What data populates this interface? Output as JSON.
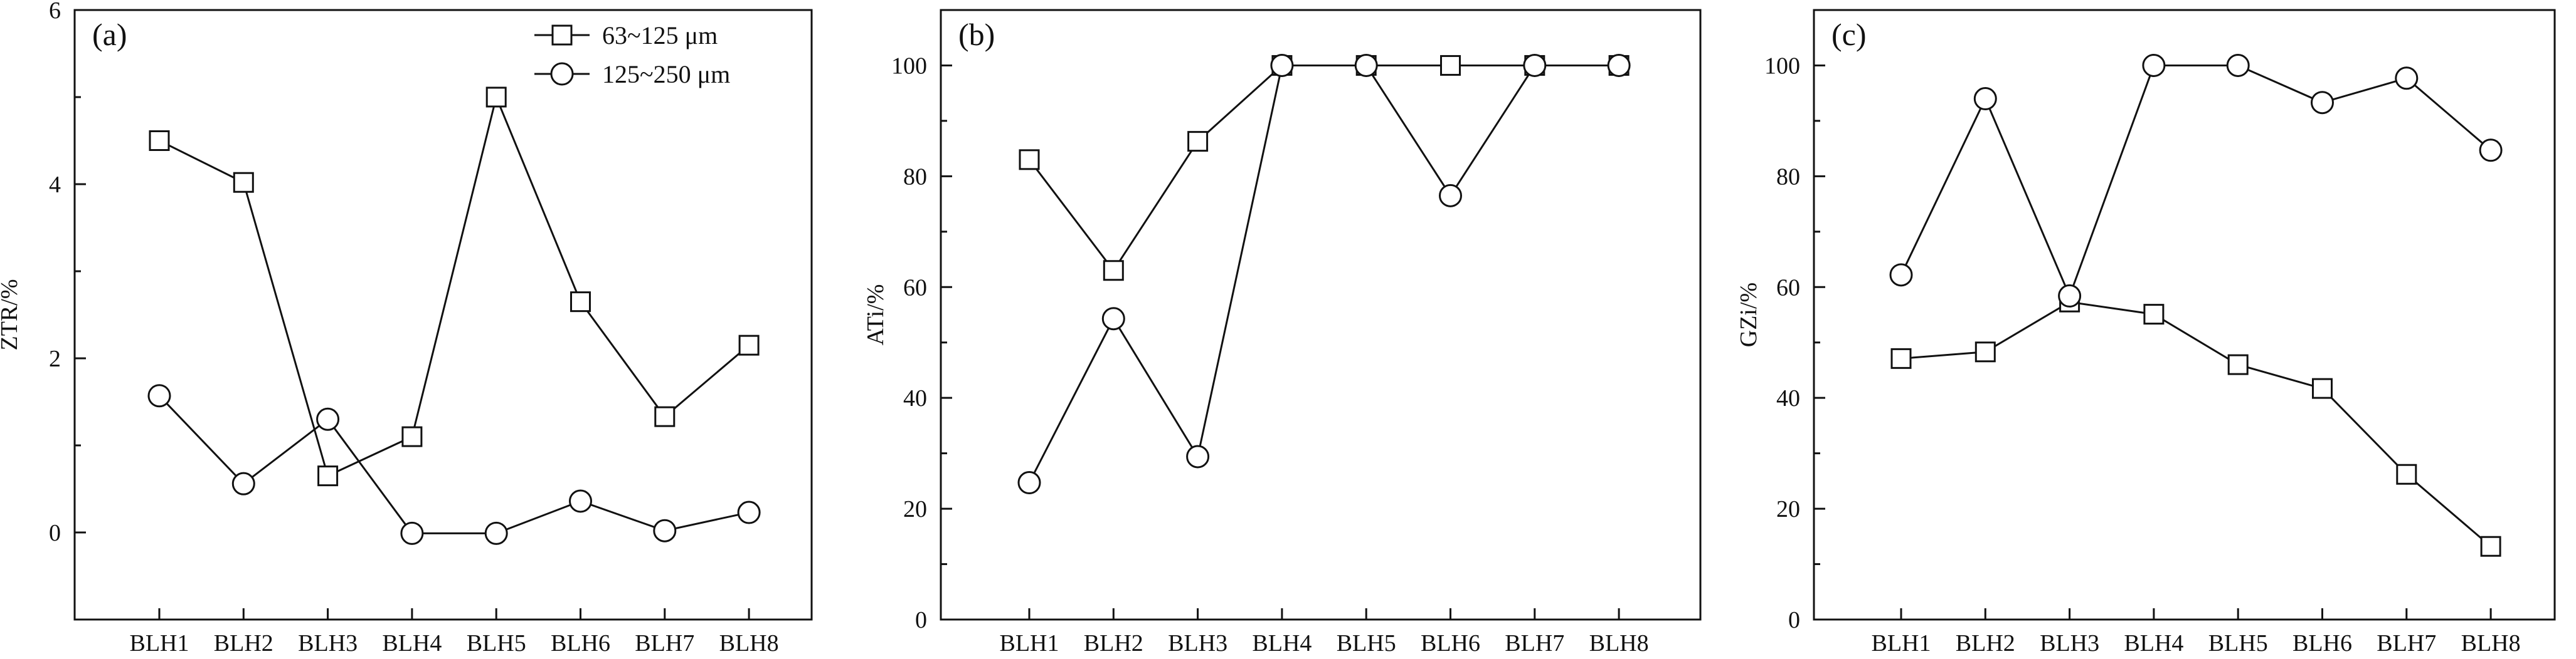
{
  "chart_data": [
    {
      "type": "line",
      "panel_label": "(a)",
      "ylabel": "ZTR/%",
      "categories": [
        "BLH1",
        "BLH2",
        "BLH3",
        "BLH4",
        "BLH5",
        "BLH6",
        "BLH7",
        "BLH8"
      ],
      "ylim": [
        -1,
        6
      ],
      "yticks": [
        0,
        2,
        4,
        6
      ],
      "series": [
        {
          "name": "63~125 μm",
          "marker": "square",
          "values": [
            4.5,
            4.02,
            0.65,
            1.1,
            5.0,
            2.65,
            1.33,
            2.15
          ]
        },
        {
          "name": "125~250 μm",
          "marker": "circle",
          "values": [
            1.57,
            0.56,
            1.3,
            -0.01,
            -0.01,
            0.36,
            0.02,
            0.23
          ]
        }
      ],
      "legend": "top-right",
      "grid": false
    },
    {
      "type": "line",
      "panel_label": "(b)",
      "ylabel": "ATi/%",
      "categories": [
        "BLH1",
        "BLH2",
        "BLH3",
        "BLH4",
        "BLH5",
        "BLH6",
        "BLH7",
        "BLH8"
      ],
      "ylim": [
        0,
        110
      ],
      "yticks": [
        0,
        20,
        40,
        60,
        80,
        100
      ],
      "series": [
        {
          "name": "63~125 μm",
          "marker": "square",
          "values": [
            83,
            63,
            86.3,
            100,
            100,
            100,
            100,
            100
          ]
        },
        {
          "name": "125~250 μm",
          "marker": "circle",
          "values": [
            24.7,
            54.3,
            29.4,
            100,
            100,
            76.5,
            100,
            100
          ]
        }
      ],
      "grid": false
    },
    {
      "type": "line",
      "panel_label": "(c)",
      "ylabel": "GZi/%",
      "categories": [
        "BLH1",
        "BLH2",
        "BLH3",
        "BLH4",
        "BLH5",
        "BLH6",
        "BLH7",
        "BLH8"
      ],
      "ylim": [
        0,
        110
      ],
      "yticks": [
        0,
        20,
        40,
        60,
        80,
        100
      ],
      "series": [
        {
          "name": "63~125 μm",
          "marker": "square",
          "values": [
            47.1,
            48.3,
            57.3,
            55.1,
            46.0,
            41.7,
            26.2,
            13.2
          ]
        },
        {
          "name": "125~250 μm",
          "marker": "circle",
          "values": [
            62.2,
            94.0,
            58.4,
            100,
            100,
            93.3,
            97.7,
            84.7
          ]
        }
      ],
      "grid": false
    }
  ]
}
